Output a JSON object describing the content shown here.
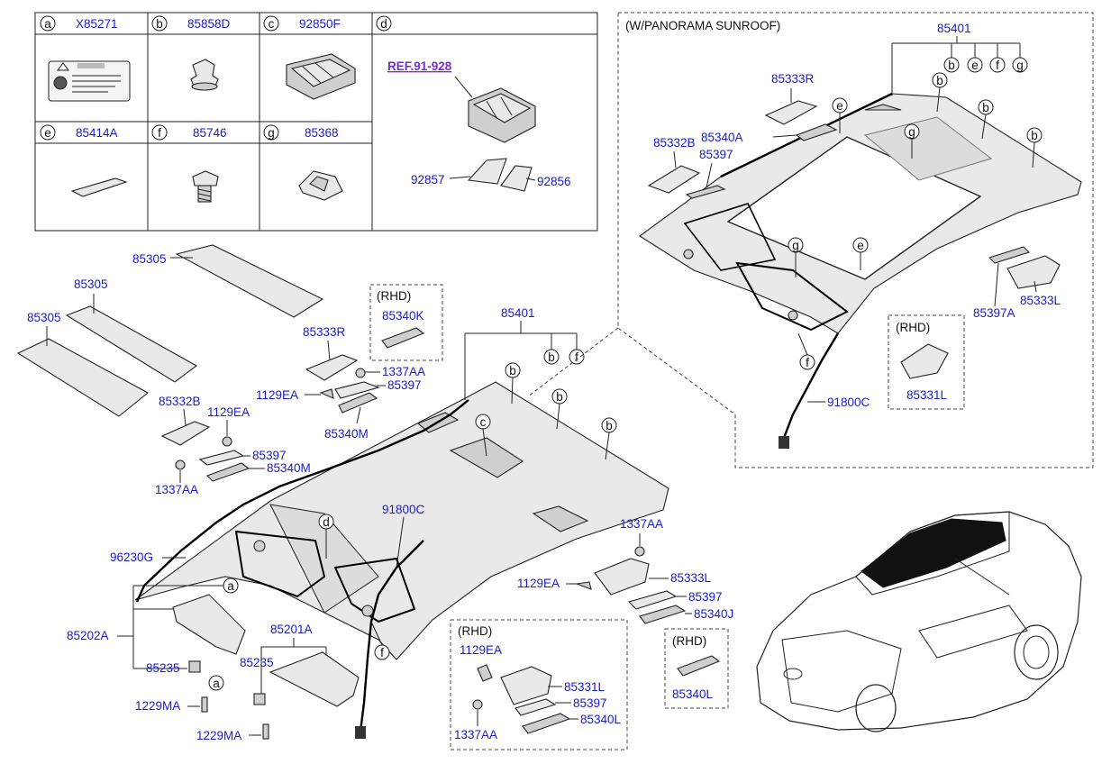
{
  "legend": {
    "cells": [
      {
        "letter": "a",
        "part": "X85271"
      },
      {
        "letter": "b",
        "part": "85858D"
      },
      {
        "letter": "c",
        "part": "92850F"
      },
      {
        "letter": "d",
        "part": ""
      },
      {
        "letter": "e",
        "part": "85414A"
      },
      {
        "letter": "f",
        "part": "85746"
      },
      {
        "letter": "g",
        "part": "85368"
      }
    ],
    "ref": "REF.91-928",
    "ref_parts": [
      "92857",
      "92856"
    ]
  },
  "panorama": {
    "title": "(W/PANORAMA SUNROOF)",
    "headliner": "85401",
    "headliner_letters": [
      "b",
      "e",
      "f",
      "g"
    ],
    "labels": {
      "p85333R": "85333R",
      "p85332B": "85332B",
      "p85340A": "85340A",
      "p85397": "85397",
      "p85397A": "85397A",
      "p85333L": "85333L",
      "p91800C": "91800C"
    },
    "rhd": "(RHD)",
    "rhd_part": "85331L",
    "markers": [
      "b",
      "b",
      "b",
      "e",
      "g",
      "e",
      "g",
      "f"
    ]
  },
  "main": {
    "labels": {
      "p85305a": "85305",
      "p85305b": "85305",
      "p85305c": "85305",
      "p85333R": "85333R",
      "p1337AA_1": "1337AA",
      "p1129EA_1": "1129EA",
      "p85397_1": "85397",
      "p85340M_1": "85340M",
      "p85332B": "85332B",
      "p1129EA_2": "1129EA",
      "p85397_2": "85397",
      "p85340M_2": "85340M",
      "p1337AA_2": "1337AA",
      "p85401": "85401",
      "p91800C": "91800C",
      "p96230G": "96230G",
      "p85202A": "85202A",
      "p85235_1": "85235",
      "p1229MA_1": "1229MA",
      "p85201A": "85201A",
      "p85235_2": "85235",
      "p1229MA_2": "1229MA",
      "p1337AA_3": "1337AA",
      "p1129EA_3": "1129EA",
      "p85333L": "85333L",
      "p85397_3": "85397",
      "p85340J": "85340J",
      "p1129EA_4": "1129EA",
      "p85331L": "85331L",
      "p85397_4": "85397",
      "p1337AA_4": "1337AA",
      "p85340L": "85340L",
      "p85340L_2": "85340L",
      "p85340K": "85340K"
    },
    "rhd": "(RHD)",
    "headliner_letters": [
      "b",
      "f"
    ],
    "markers": [
      "b",
      "b",
      "b",
      "c",
      "d",
      "a",
      "a",
      "f"
    ]
  },
  "colors": {
    "part_number": "#1a1ad0",
    "ref_link": "#7a2bd6"
  }
}
